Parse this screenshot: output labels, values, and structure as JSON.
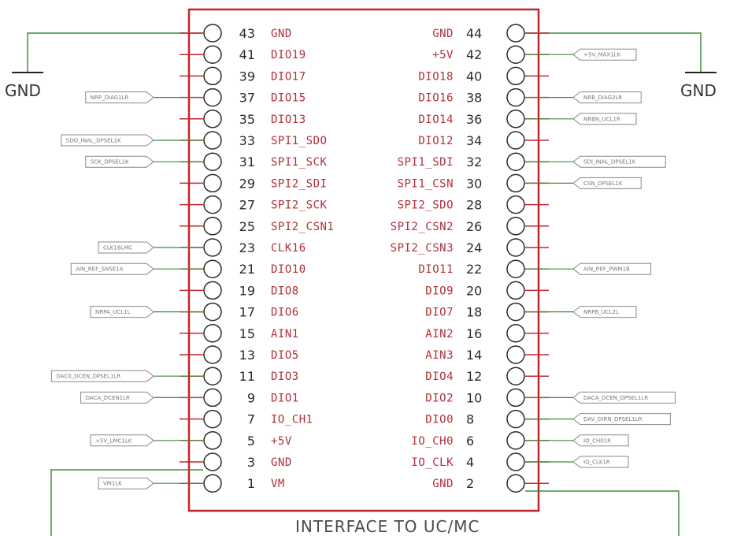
{
  "diagram": {
    "title": "INTERFACE TO UC/MC",
    "gnd_left": "GND",
    "gnd_right": "GND",
    "colors": {
      "border": "#c0272d",
      "wire": "#3a8f3a",
      "pin_name": "#b0303a",
      "tag_border": "#888888"
    },
    "left_pins": [
      {
        "num": "43",
        "name": "GND",
        "tag": ""
      },
      {
        "num": "41",
        "name": "DIO19",
        "tag": ""
      },
      {
        "num": "39",
        "name": "DIO17",
        "tag": ""
      },
      {
        "num": "37",
        "name": "DIO15",
        "tag": "NRP_DIAG1LR"
      },
      {
        "num": "35",
        "name": "DIO13",
        "tag": ""
      },
      {
        "num": "33",
        "name": "SPI1_SDO",
        "tag": "SDO_INAL_DPSEL1K"
      },
      {
        "num": "31",
        "name": "SPI1_SCK",
        "tag": "SCK_DPSEL1K"
      },
      {
        "num": "29",
        "name": "SPI2_SDI",
        "tag": ""
      },
      {
        "num": "27",
        "name": "SPI2_SCK",
        "tag": ""
      },
      {
        "num": "25",
        "name": "SPI2_CSN1",
        "tag": ""
      },
      {
        "num": "23",
        "name": "CLK16",
        "tag": "CLK16LMC"
      },
      {
        "num": "21",
        "name": "DIO10",
        "tag": "AIN_REF_SNSE1A"
      },
      {
        "num": "19",
        "name": "DIO8",
        "tag": ""
      },
      {
        "num": "17",
        "name": "DIO6",
        "tag": "NRPA_UCL1L"
      },
      {
        "num": "15",
        "name": "AIN1",
        "tag": ""
      },
      {
        "num": "13",
        "name": "DIO5",
        "tag": ""
      },
      {
        "num": "11",
        "name": "DIO3",
        "tag": "DAC0_DCEN_DPSEL1LR"
      },
      {
        "num": "9",
        "name": "DIO1",
        "tag": "DACA_DCEN1LR"
      },
      {
        "num": "7",
        "name": "IO_CH1",
        "tag": ""
      },
      {
        "num": "5",
        "name": "+5V",
        "tag": "+5V_LMC1LK"
      },
      {
        "num": "3",
        "name": "GND",
        "tag": ""
      },
      {
        "num": "1",
        "name": "VM",
        "tag": "VM1LK"
      }
    ],
    "right_pins": [
      {
        "num": "44",
        "name": "GND",
        "tag": ""
      },
      {
        "num": "42",
        "name": "+5V",
        "tag": "+5V_MAX1LK"
      },
      {
        "num": "40",
        "name": "DIO18",
        "tag": ""
      },
      {
        "num": "38",
        "name": "DIO16",
        "tag": "NRB_DIAG2LR"
      },
      {
        "num": "36",
        "name": "DIO14",
        "tag": "NRBN_UCL1R"
      },
      {
        "num": "34",
        "name": "DIO12",
        "tag": ""
      },
      {
        "num": "32",
        "name": "SPI1_SDI",
        "tag": "SDI_INAL_DPSEL1K"
      },
      {
        "num": "30",
        "name": "SPI1_CSN",
        "tag": "CSN_DPSEL1K"
      },
      {
        "num": "28",
        "name": "SPI2_SDO",
        "tag": ""
      },
      {
        "num": "26",
        "name": "SPI2_CSN2",
        "tag": ""
      },
      {
        "num": "24",
        "name": "SPI2_CSN3",
        "tag": ""
      },
      {
        "num": "22",
        "name": "DIO11",
        "tag": "AIN_REF_PWM1B"
      },
      {
        "num": "20",
        "name": "DIO9",
        "tag": ""
      },
      {
        "num": "18",
        "name": "DIO7",
        "tag": "NRPB_UCL2L"
      },
      {
        "num": "16",
        "name": "AIN2",
        "tag": ""
      },
      {
        "num": "14",
        "name": "AIN3",
        "tag": ""
      },
      {
        "num": "12",
        "name": "DIO4",
        "tag": ""
      },
      {
        "num": "10",
        "name": "DIO2",
        "tag": "DACA_DCEN_DPSEL1LR"
      },
      {
        "num": "8",
        "name": "DIO0",
        "tag": "DAV_DIRN_DPSEL1LR"
      },
      {
        "num": "6",
        "name": "IO_CH0",
        "tag": "IO_CH01R"
      },
      {
        "num": "4",
        "name": "IO_CLK",
        "tag": "IO_CLK1R"
      },
      {
        "num": "2",
        "name": "GND",
        "tag": ""
      }
    ]
  }
}
